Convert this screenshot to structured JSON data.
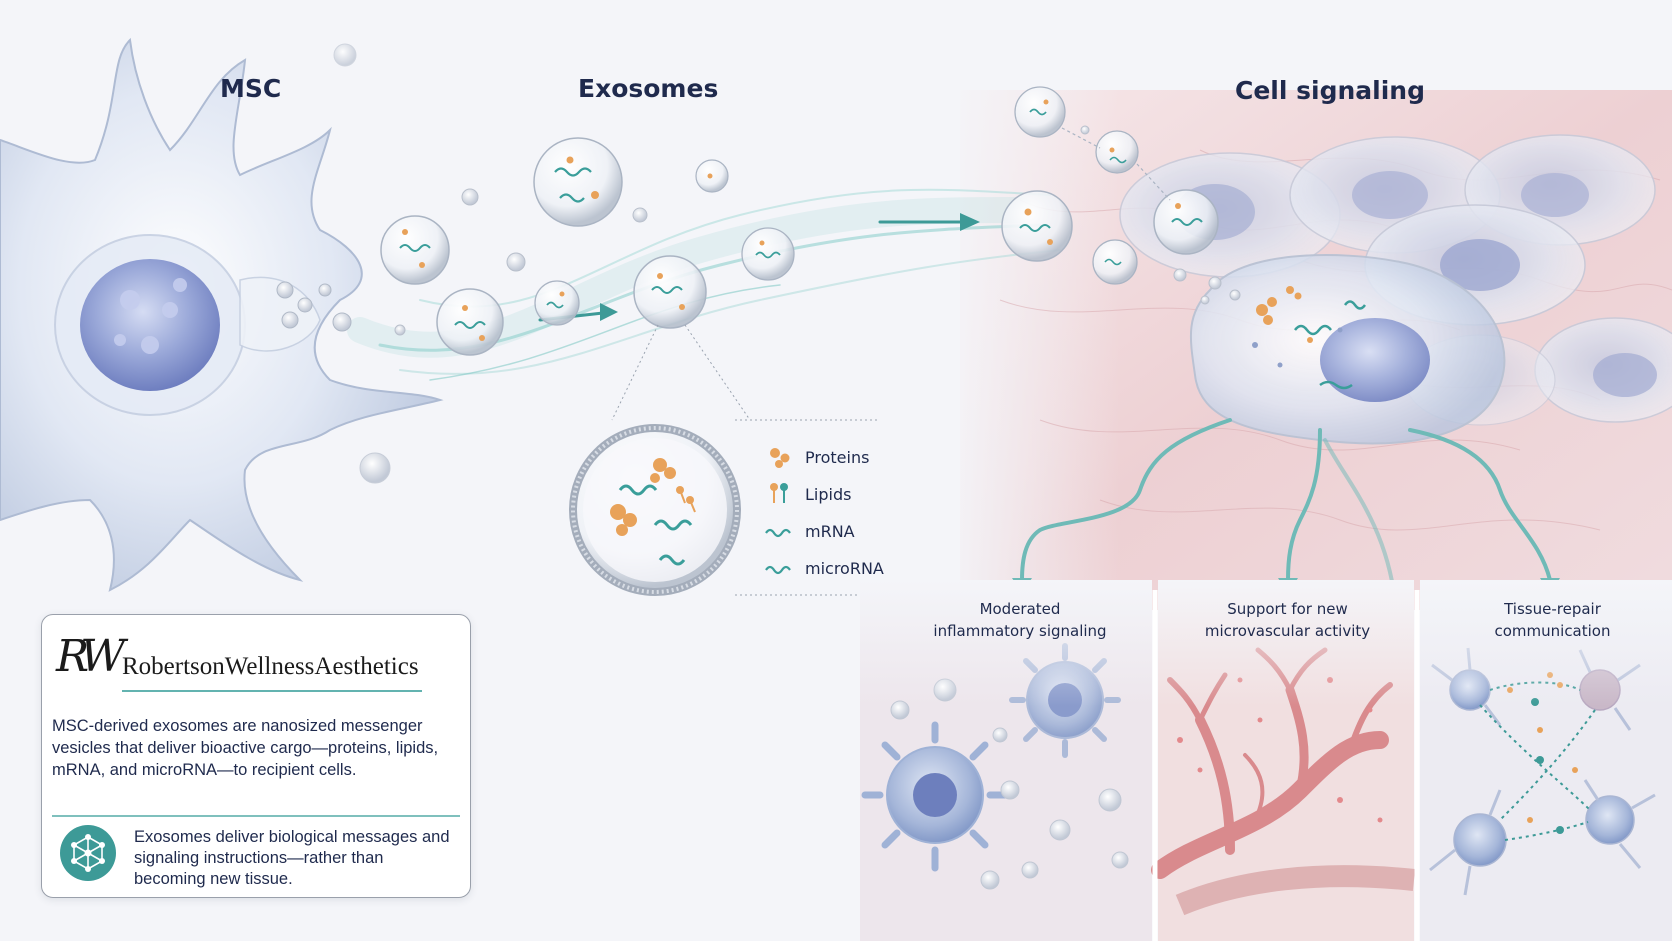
{
  "headings": {
    "msc": "MSC",
    "exosomes": "Exosomes",
    "cell_signaling": "Cell signaling"
  },
  "cargo_legend": [
    {
      "label": "Proteins",
      "icon": "protein-icon",
      "color": "#e8a25a"
    },
    {
      "label": "Lipids",
      "icon": "lipid-icon",
      "color": "#e8a25a"
    },
    {
      "label": "mRNA",
      "icon": "mrna-icon",
      "color": "#3a9e9a"
    },
    {
      "label": "microRNA",
      "icon": "microrna-icon",
      "color": "#3a9e9a"
    }
  ],
  "panels": [
    {
      "caption_line1": "Moderated",
      "caption_line2": "inflammatory signaling"
    },
    {
      "caption_line1": "Support for new",
      "caption_line2": "microvascular activity"
    },
    {
      "caption_line1": "Tissue-repair",
      "caption_line2": "communication"
    }
  ],
  "card": {
    "monogram": "RW",
    "brand_name": "RobertsonWellnessAesthetics",
    "description": "MSC-derived exosomes are nanosized messenger vesicles that deliver bioactive cargo—proteins, lipids, mRNA, and microRNA—to recipient cells.",
    "note_icon": "network-icon",
    "note": "Exosomes deliver biological messages and signaling instructions—rather than becoming new tissue."
  },
  "colors": {
    "accent_teal": "#3d9a97",
    "text_navy": "#1f2a4d",
    "tissue_pink": "#e9c3c4",
    "cell_blue": "#9aa8d8",
    "cargo_orange": "#e8a25a"
  }
}
